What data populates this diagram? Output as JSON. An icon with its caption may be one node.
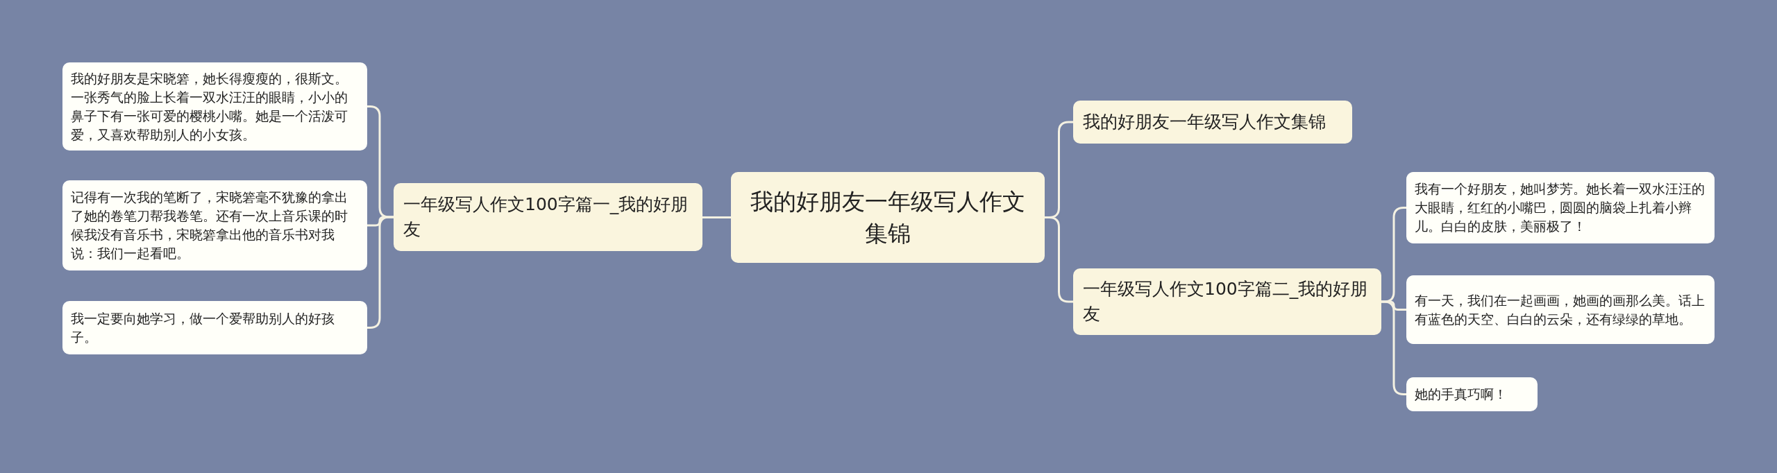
{
  "diagram": {
    "nodes": [
      {
        "text": [
          "我的好朋友一年级写人作文集锦"
        ]
      },
      {
        "text": [
          "一年级写人作文100字篇一_我的好朋友"
        ]
      },
      {
        "text": [
          "我的好朋友是宋晓箬，她长得瘦瘦的，很斯文。一张秀气的脸上长着一双水汪汪的眼睛，小小的鼻子下有一张可爱的樱桃小嘴。她是一个活泼可爱，又喜欢帮助别人的小女孩。"
        ]
      },
      {
        "text": [
          "记得有一次我的笔断了，宋晓箬毫不犹豫的拿出了她的卷笔刀帮我卷笔。还有一次上音乐课的时候我没有音乐书，宋晓箬拿出他的音乐书对我说：我们一起看吧。"
        ]
      },
      {
        "text": [
          "我一定要向她学习，做一个爱帮助别人的好孩子。"
        ]
      },
      {
        "text": [
          "我的好朋友一年级写人作文集锦"
        ]
      },
      {
        "text": [
          "一年级写人作文100字篇二_我的好朋友"
        ]
      },
      {
        "text": [
          "我有一个好朋友，她叫梦芳。她长着一双水汪汪的大眼睛，红红的小嘴巴，圆圆的脑袋上扎着小辫儿。白白的皮肤，美丽极了！"
        ]
      },
      {
        "text": [
          "有一天，我们在一起画画，她画的画那么美。话上有蓝色的天空、白白的云朵，还有绿绿的草地。"
        ]
      },
      {
        "text": [
          "她的手真巧啊！"
        ]
      }
    ],
    "edges": [
      {
        "from": 0,
        "to": 1,
        "arrow": "none"
      },
      {
        "from": 1,
        "to": 2,
        "arrow": "none"
      },
      {
        "from": 1,
        "to": 3,
        "arrow": "none"
      },
      {
        "from": 1,
        "to": 4,
        "arrow": "none"
      },
      {
        "from": 0,
        "to": 5,
        "arrow": "none"
      },
      {
        "from": 0,
        "to": 6,
        "arrow": "none"
      },
      {
        "from": 6,
        "to": 7,
        "arrow": "none"
      },
      {
        "from": 6,
        "to": 8,
        "arrow": "none"
      },
      {
        "from": 6,
        "to": 9,
        "arrow": "none"
      }
    ]
  }
}
